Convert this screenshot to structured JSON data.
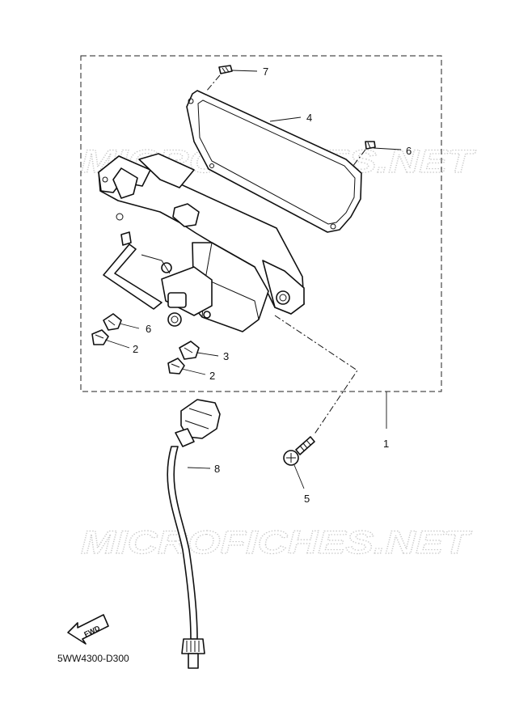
{
  "watermarks": [
    "MICROFICHES.NET",
    "MICROFICHES.NET"
  ],
  "callouts": [
    "1",
    "2",
    "2",
    "3",
    "4",
    "5",
    "6",
    "6",
    "7",
    "8"
  ],
  "fwd_label": "FWD",
  "diagram_code": "5WW4300-D300"
}
